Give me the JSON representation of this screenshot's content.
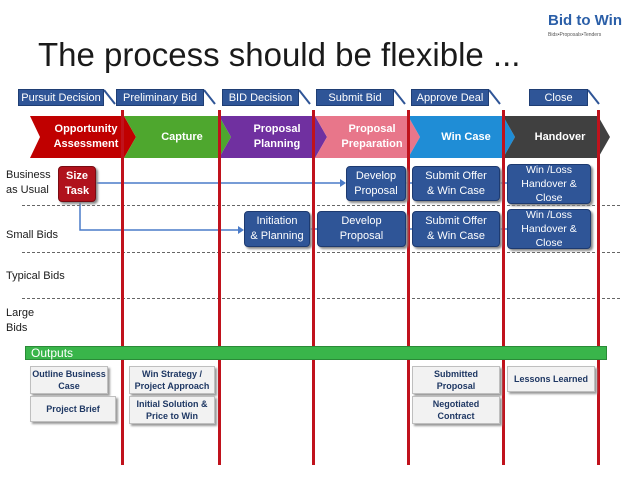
{
  "title": "The process should be flexible ...",
  "logo": {
    "text_part1": "Bid to ",
    "text_part2": "Win",
    "subtitle": "Bids•Proposals•Tenders"
  },
  "gates": [
    "Pursuit Decision",
    "Preliminary Bid",
    "BID Decision",
    "Submit Bid",
    "Approve Deal",
    "Close"
  ],
  "stages": [
    {
      "label": "Opportunity\nAssessment",
      "color": "#c00000"
    },
    {
      "label": "Capture",
      "color": "#4ea72e"
    },
    {
      "label": "Proposal\nPlanning",
      "color": "#7030a0"
    },
    {
      "label": "Proposal\nPreparation",
      "color": "#e8768a"
    },
    {
      "label": "Win Case",
      "color": "#1f8dd6"
    },
    {
      "label": "Handover",
      "color": "#404040"
    }
  ],
  "rows": {
    "business_as_usual": "Business\nas Usual",
    "small_bids": "Small Bids",
    "typical_bids": "Typical Bids",
    "large_bids": "Large\nBids"
  },
  "boxes": {
    "size_task": "Size\nTask",
    "bau_develop": "Develop\nProposal",
    "bau_submit": "Submit Offer\n& Win Case",
    "bau_handover": "Win /Loss\nHandover &\nClose",
    "small_initiation": "Initiation\n& Planning",
    "small_develop": "Develop\nProposal",
    "small_submit": "Submit Offer\n& Win Case",
    "small_handover": "Win /Loss\nHandover &\nClose"
  },
  "outputs": {
    "label": "Outputs",
    "outline_business_case": "Outline Business\nCase",
    "project_brief": "Project Brief",
    "win_strategy": "Win Strategy /\nProject Approach",
    "initial_solution": "Initial Solution &\nPrice to Win",
    "submitted_proposal": "Submitted\nProposal",
    "negotiated_contract": "Negotiated\nContract",
    "lessons_learned": "Lessons Learned"
  },
  "colors": {
    "gate": "#2f5597",
    "milestone_line": "#c0121c",
    "outputs_bar": "#39b54a"
  }
}
